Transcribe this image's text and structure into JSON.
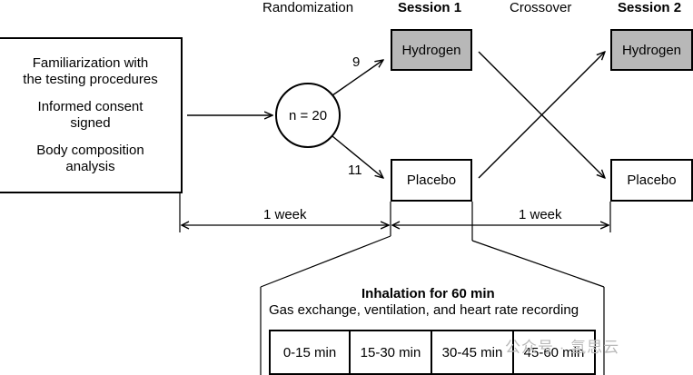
{
  "headers": {
    "randomization": "Randomization",
    "session1": "Session 1",
    "crossover": "Crossover",
    "session2": "Session 2"
  },
  "left_box": {
    "line1": "Familiarization with",
    "line2": "the testing procedures",
    "line3": "Informed consent",
    "line4": "signed",
    "line5": "Body composition",
    "line6": "analysis"
  },
  "circle_label": "n = 20",
  "branch_counts": {
    "top": "9",
    "bottom": "11"
  },
  "session1": {
    "top": "Hydrogen",
    "bottom": "Placebo"
  },
  "session2": {
    "top": "Hydrogen",
    "bottom": "Placebo"
  },
  "intervals": {
    "first": "1 week",
    "second": "1 week"
  },
  "inhalation": {
    "title": "Inhalation for 60 min",
    "subtitle": "Gas exchange, ventilation, and heart rate recording",
    "segments": [
      "0-15 min",
      "15-30 min",
      "30-45 min",
      "45-60 min"
    ]
  },
  "watermark": "公众号 · 氢思云",
  "colors": {
    "treatment_fill": "#b8b8b8",
    "stroke": "#000000"
  }
}
